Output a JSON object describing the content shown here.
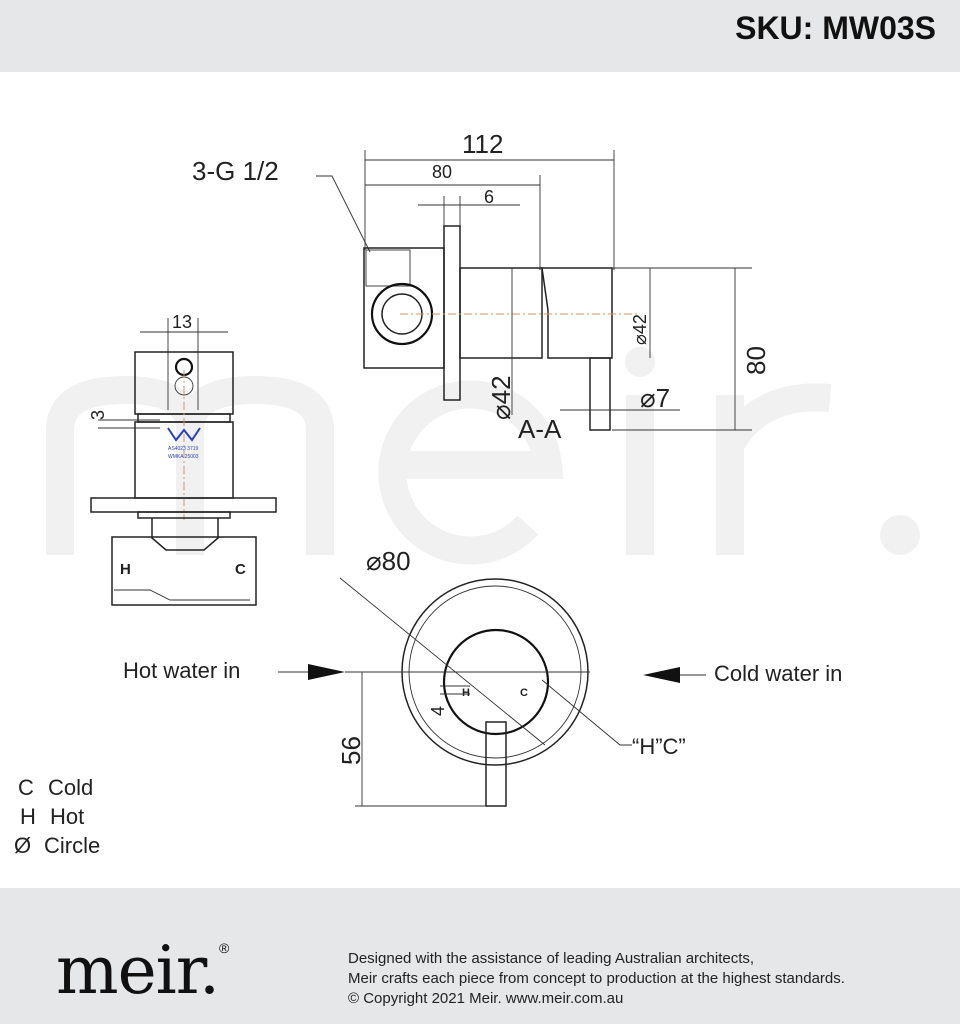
{
  "header": {
    "sku": "SKU: MW03S"
  },
  "watermark": "meir.",
  "side_view": {
    "thread": "3-G 1/2",
    "dim_total": "112",
    "dim_body": "80",
    "dim_plate": "6",
    "dim_handle_dia": "⌀42",
    "dim_height": "80",
    "dim_body_dia": "⌀42",
    "dim_lever_dia": "⌀7",
    "section": "A-A"
  },
  "left_view": {
    "dim_width": "13",
    "dim_gap": "3",
    "cert_line1": "AS4023 3719",
    "cert_line2": "WMKA 25003",
    "hot": "H",
    "cold": "C"
  },
  "front_view": {
    "dim_plate_dia": "⌀80",
    "dim_offset": "56",
    "dim_small": "4",
    "hot_in": "Hot water in",
    "cold_in": "Cold water in",
    "markings": "“H”C”",
    "hot": "H",
    "cold": "C"
  },
  "legend": [
    {
      "key": "C",
      "label": "Cold"
    },
    {
      "key": "H",
      "label": "Hot"
    },
    {
      "key": "Ø",
      "label": "Circle"
    }
  ],
  "footer": {
    "logo": "meir.",
    "registered": "®",
    "line1": "Designed with the assistance of leading Australian architects,",
    "line2": "Meir crafts each piece from concept to production at the highest standards.",
    "line3": "© Copyright 2021 Meir. www.meir.com.au"
  },
  "colors": {
    "band": "#e6e7e8",
    "cert_blue": "#2b3fbf",
    "centerline": "#c89a6a"
  }
}
